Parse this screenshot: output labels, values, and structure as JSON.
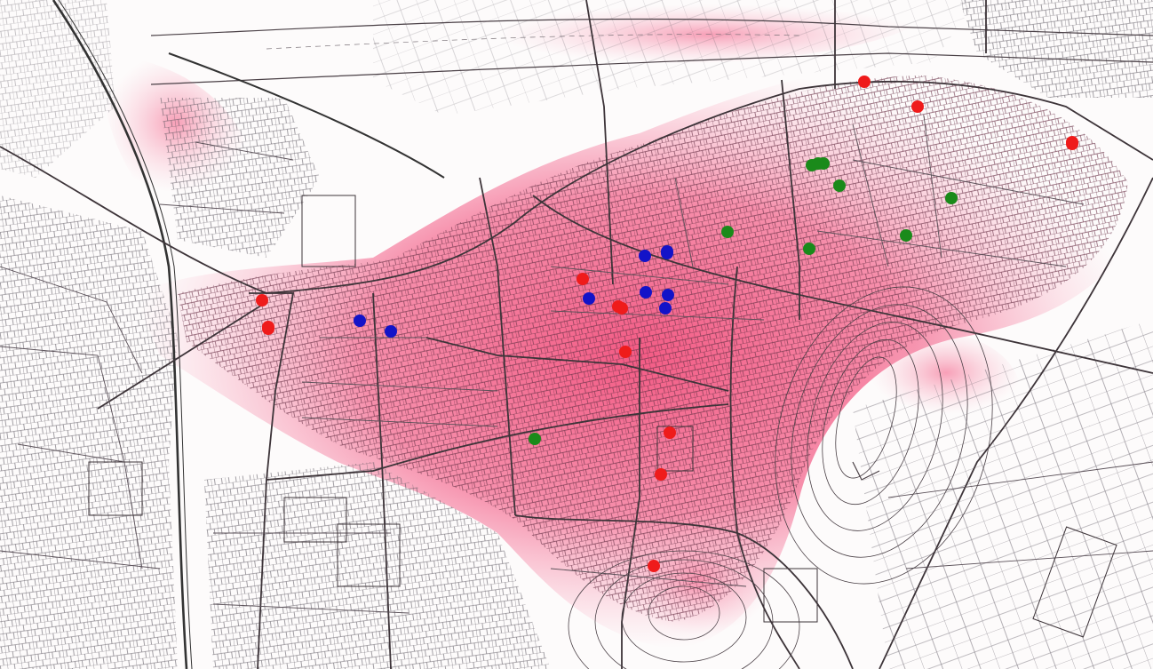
{
  "map": {
    "background_color": "#fdfbfb",
    "line_color": "#4a4046",
    "dense_block_color": "#6a3248",
    "highlight_color": "#f2527e",
    "markers": {
      "red": {
        "color": "#ef1b1b",
        "count": 14
      },
      "blue": {
        "color": "#1313c8",
        "count": 9
      },
      "green": {
        "color": "#1a8a1a",
        "count": 9
      }
    }
  }
}
